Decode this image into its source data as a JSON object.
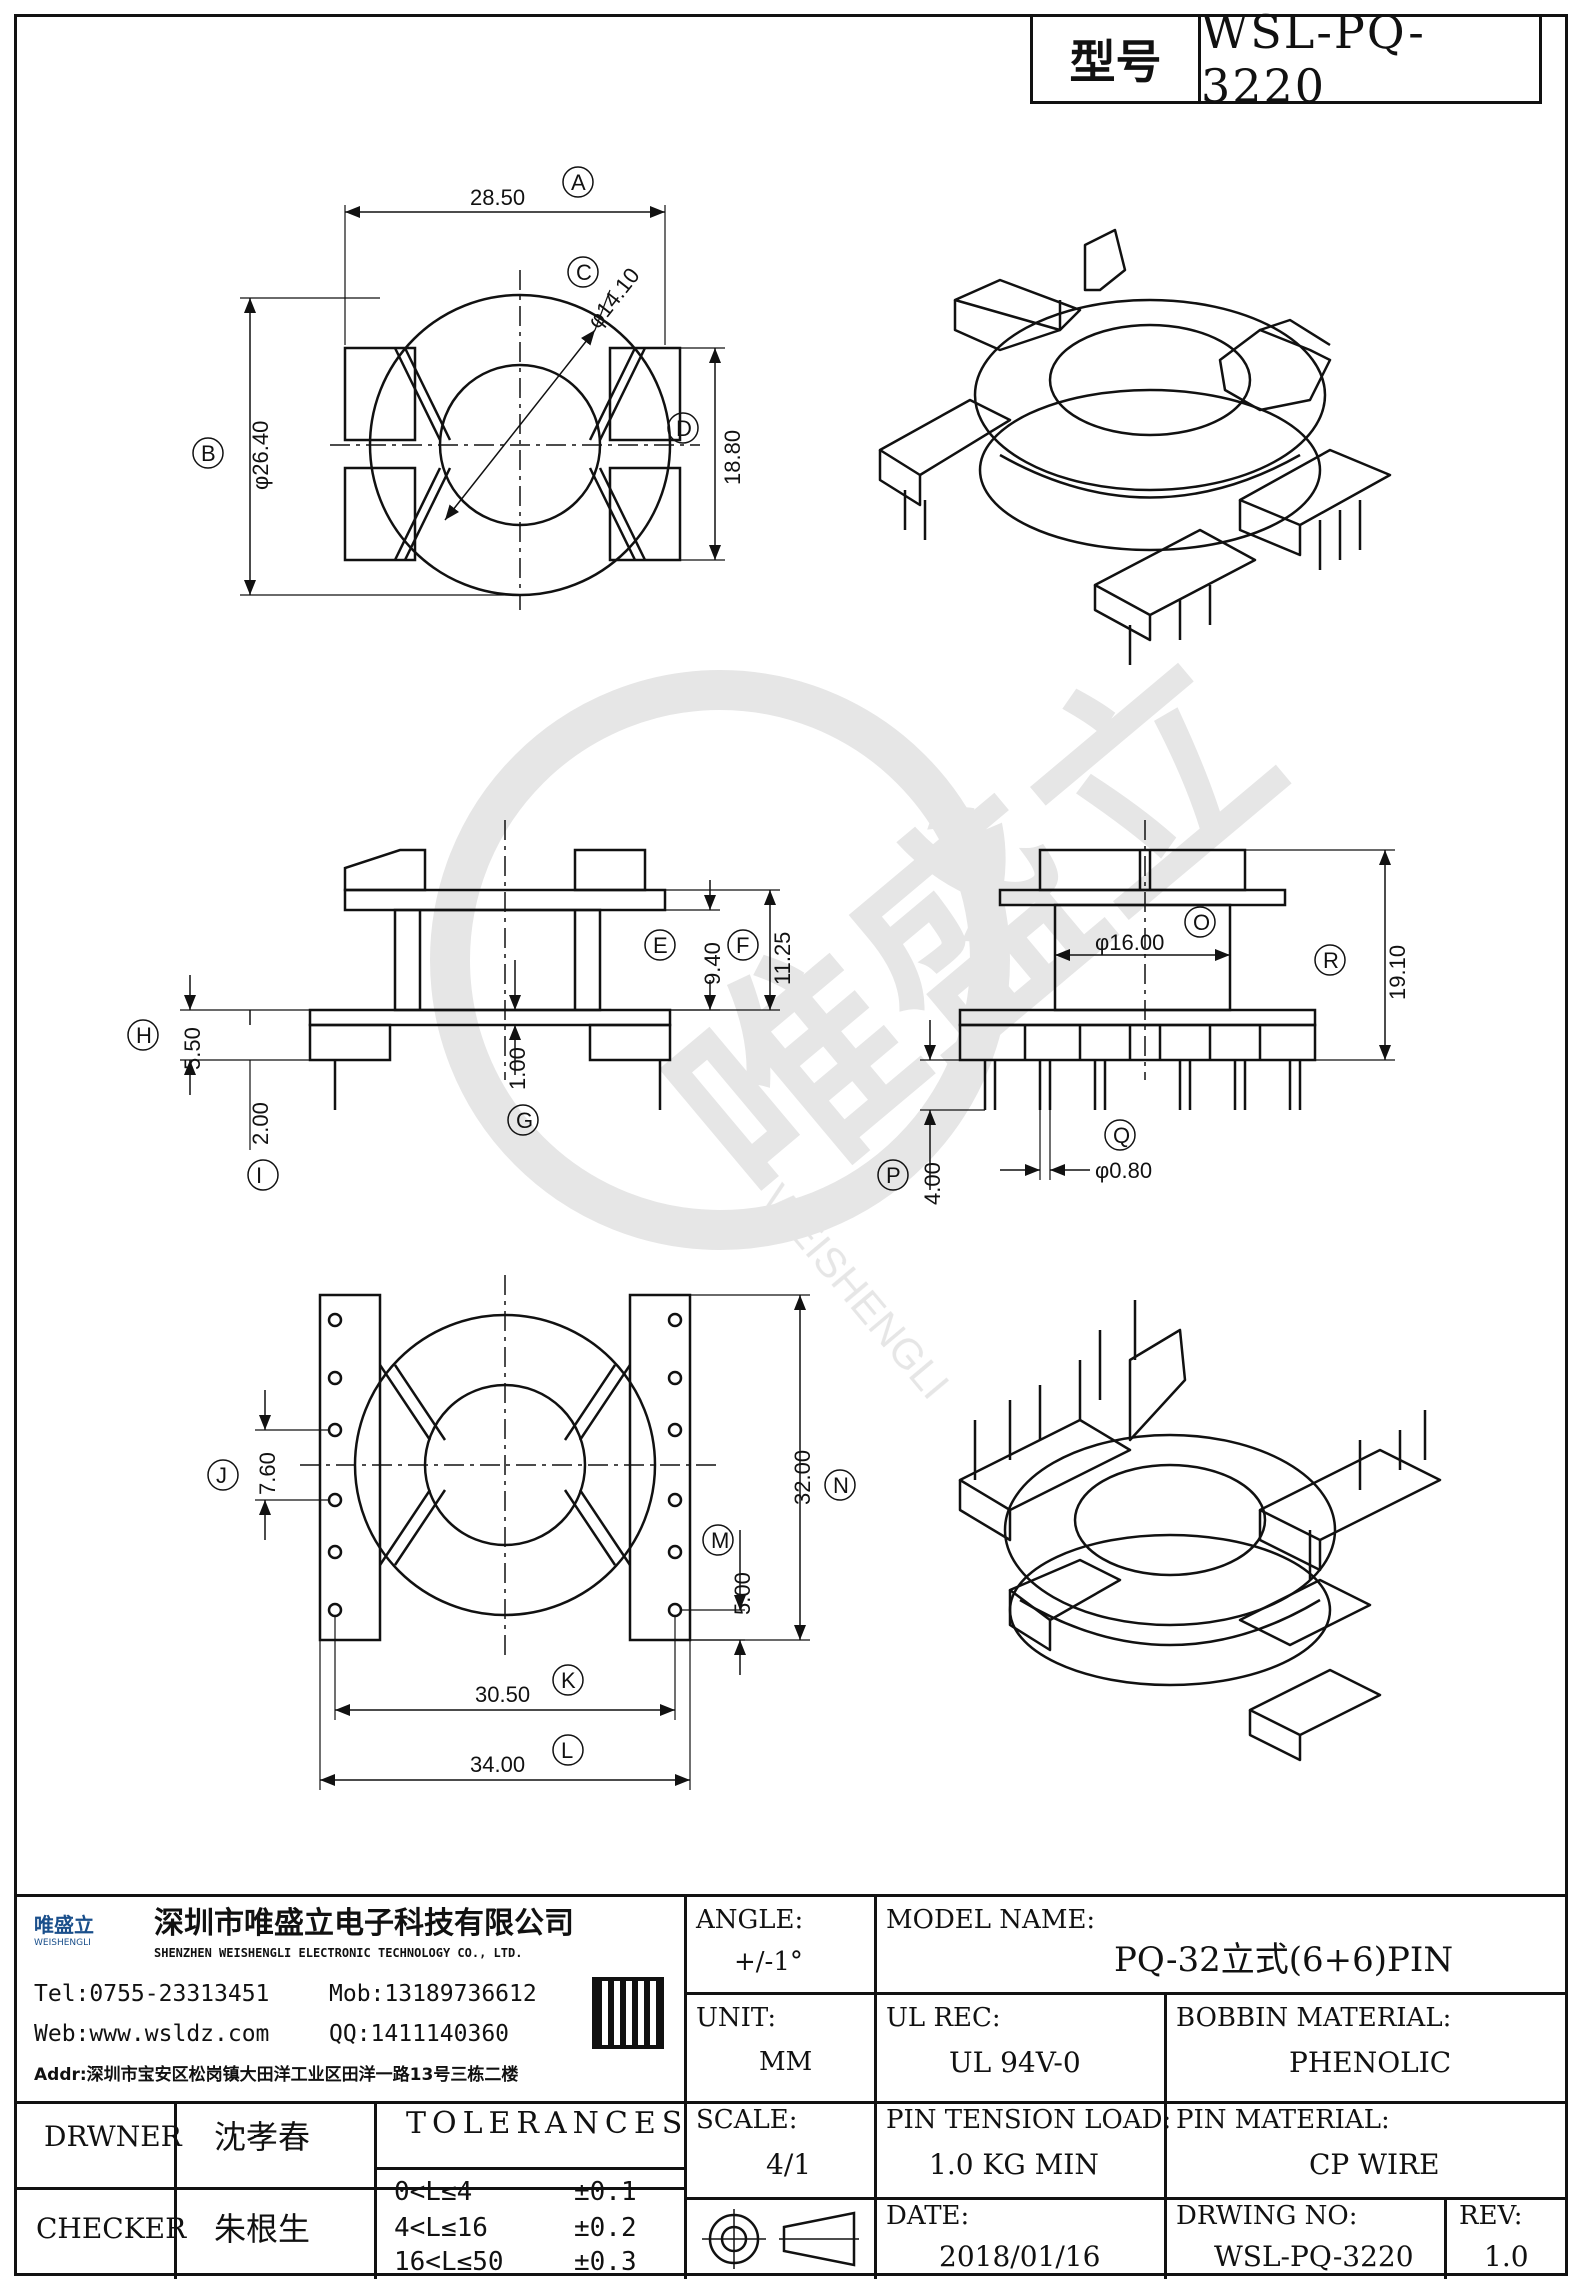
{
  "header": {
    "label": "型号",
    "part_number": "WSL-PQ-3220"
  },
  "dimensions": {
    "A": "A",
    "B": "B",
    "C": "C",
    "D": "D",
    "E": "E",
    "F": "F",
    "G": "G",
    "H": "H",
    "I": "I",
    "J": "J",
    "K": "K",
    "L": "L",
    "M": "M",
    "N": "N",
    "O": "O",
    "P": "P",
    "Q": "Q",
    "R": "R",
    "v_28_50": "28.50",
    "v_26_40": "φ26.40",
    "v_14_10": "φ14.10",
    "v_18_80": "18.80",
    "v_9_40": "9.40",
    "v_11_25": "11.25",
    "v_5_50": "5.50",
    "v_1_00": "1.00",
    "v_2_00": "2.00",
    "v_16_00": "φ16.00",
    "v_19_10": "19.10",
    "v_4_00": "4.00",
    "v_0_80": "φ0.80",
    "v_7_60": "7.60",
    "v_32_00": "32.00",
    "v_5_00": "5.00",
    "v_30_50": "30.50",
    "v_34_00": "34.00"
  },
  "watermark": {
    "brand_cn": "唯盛立",
    "brand_en": "WEISHENGLI"
  },
  "title_block": {
    "company_cn": "深圳市唯盛立电子科技有限公司",
    "company_en": "SHENZHEN WEISHENGLI ELECTRONIC TECHNOLOGY CO., LTD.",
    "logo_cn": "唯盛立",
    "logo_en": "WEISHENGLI",
    "tel": "Tel:0755-23313451",
    "mob": "Mob:13189736612",
    "web": "Web:www.wsldz.com",
    "qq": "QQ:1411140360",
    "addr": "Addr:深圳市宝安区松岗镇大田洋工业区田洋一路13号三栋二楼",
    "angle_label": "ANGLE:",
    "angle_value": "+/-1°",
    "model_name_label": "MODEL NAME:",
    "model_name_value": "PQ-32立式(6+6)PIN",
    "unit_label": "UNIT:",
    "unit_value": "MM",
    "ul_rec_label": "UL REC:",
    "ul_rec_value": "UL 94V-0",
    "bobbin_material_label": "BOBBIN MATERIAL:",
    "bobbin_material_value": "PHENOLIC",
    "drawer_label": "DRWNER",
    "drawer_value": "沈孝春",
    "checker_label": "CHECKER",
    "checker_value": "朱根生",
    "tolerances_title": "TOLERANCES",
    "tol_rows": [
      {
        "range": "0<L≤4",
        "tol": "±0.1"
      },
      {
        "range": "4<L≤16",
        "tol": "±0.2"
      },
      {
        "range": "16<L≤50",
        "tol": "±0.3"
      }
    ],
    "scale_label": "SCALE:",
    "scale_value": "4/1",
    "pin_tension_label": "PIN TENSION LOAD:",
    "pin_tension_value": "1.0 KG MIN",
    "pin_material_label": "PIN MATERIAL:",
    "pin_material_value": "CP WIRE",
    "date_label": "DATE:",
    "date_value": "2018/01/16",
    "drawing_no_label": "DRWING NO:",
    "drawing_no_value": "WSL-PQ-3220",
    "rev_label": "REV:",
    "rev_value": "1.0"
  }
}
